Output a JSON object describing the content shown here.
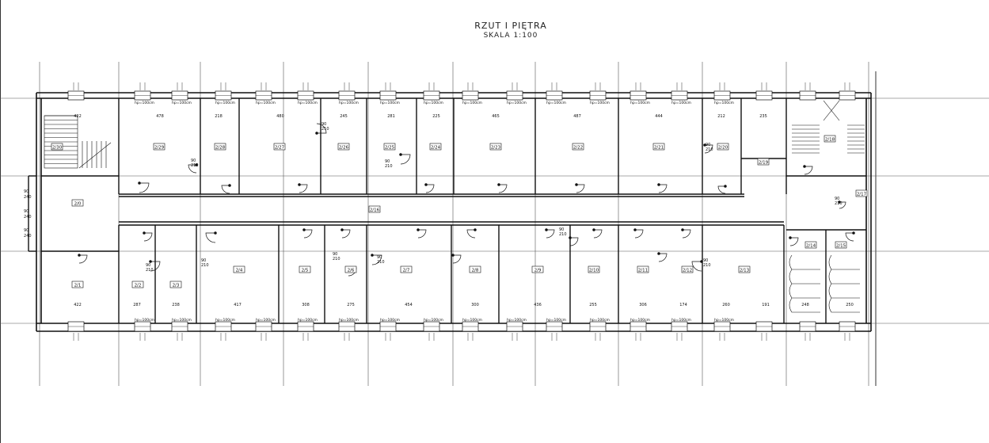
{
  "drawing": {
    "title": "RZUT I PIĘTRA",
    "scale": "SKALA 1:100"
  },
  "rooms": [
    {
      "id": "2/1",
      "label": "2/1"
    },
    {
      "id": "2/2",
      "label": "2/2"
    },
    {
      "id": "2/3",
      "label": "2/3"
    },
    {
      "id": "2/4",
      "label": "2/4"
    },
    {
      "id": "2/5",
      "label": "2/5"
    },
    {
      "id": "2/6",
      "label": "2/6"
    },
    {
      "id": "2/7",
      "label": "2/7"
    },
    {
      "id": "2/8",
      "label": "2/8"
    },
    {
      "id": "2/9",
      "label": "2/9"
    },
    {
      "id": "2/10",
      "label": "2/10"
    },
    {
      "id": "2/11",
      "label": "2/11"
    },
    {
      "id": "2/12",
      "label": "2/12"
    },
    {
      "id": "2/13",
      "label": "2/13"
    },
    {
      "id": "2/14",
      "label": "2/14"
    },
    {
      "id": "2/15",
      "label": "2/15"
    },
    {
      "id": "2/16",
      "label": "2/16"
    },
    {
      "id": "2/17",
      "label": "2/17"
    },
    {
      "id": "2/18",
      "label": "2/18"
    },
    {
      "id": "2/19",
      "label": "2/19"
    },
    {
      "id": "2/20",
      "label": "2/20"
    },
    {
      "id": "2/21",
      "label": "2/21"
    },
    {
      "id": "2/22",
      "label": "2/22"
    },
    {
      "id": "2/23",
      "label": "2/23"
    },
    {
      "id": "2/24",
      "label": "2/24"
    },
    {
      "id": "2/25",
      "label": "2/25"
    },
    {
      "id": "2/26",
      "label": "2/26"
    },
    {
      "id": "2/27",
      "label": "2/27"
    },
    {
      "id": "2/28",
      "label": "2/28"
    },
    {
      "id": "2/29",
      "label": "2/29"
    },
    {
      "id": "2/30",
      "label": "2/30"
    },
    {
      "id": "2/0",
      "label": "2/0"
    }
  ],
  "top_widths": [
    "422",
    "478",
    "218",
    "480",
    "245",
    "281",
    "225",
    "465",
    "487",
    "444",
    "212",
    "235"
  ],
  "bottom_widths": [
    "422",
    "287",
    "238",
    "417",
    "308",
    "275",
    "454",
    "300",
    "436",
    "255",
    "306",
    "174",
    "260",
    "191",
    "248",
    "250"
  ],
  "window_note": "hp=100cm",
  "door_note": "90",
  "door_note_low": "210",
  "left_doors": [
    {
      "top": "90",
      "bottom": "240"
    },
    {
      "top": "90",
      "bottom": "240"
    },
    {
      "top": "90",
      "bottom": "240"
    }
  ]
}
